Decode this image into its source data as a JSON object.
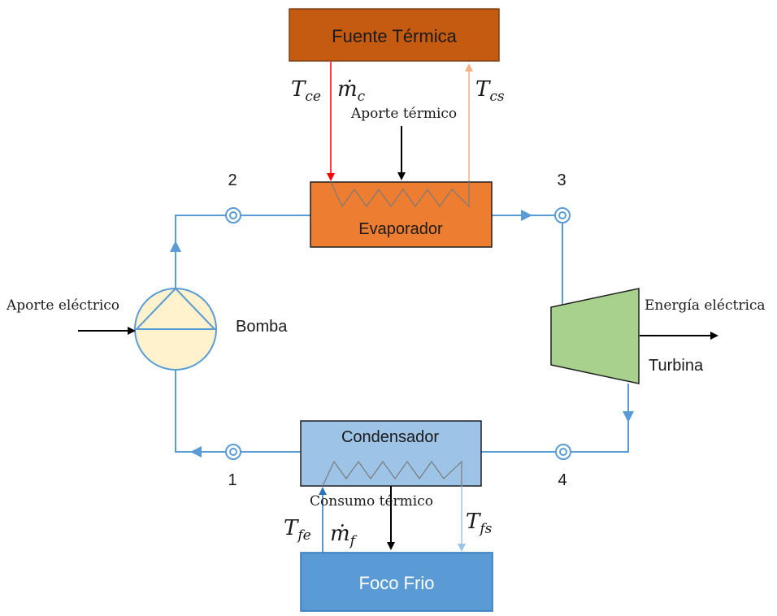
{
  "colors": {
    "pipe": "#5b9bd5",
    "fuente_fill": "#c55a11",
    "fuente_stroke": "#7f3e12",
    "evaporador_fill": "#ed7d31",
    "evaporador_stroke": "#1f1f1f",
    "condensador_fill": "#9dc3e6",
    "condensador_stroke": "#1f1f1f",
    "foco_fill": "#5b9bd5",
    "foco_stroke": "#2e75b6",
    "bomba_fill": "#fff2cc",
    "bomba_stroke": "#5b9bd5",
    "turbina_fill": "#a9d18e",
    "turbina_stroke": "#1f1f1f",
    "hot_in_arrow": "#ff0000",
    "hot_out_arrow": "#f4b183",
    "cold_in_arrow": "#2e75b6",
    "cold_out_arrow": "#9dc3e6",
    "energy_arrow": "#000000"
  },
  "components": {
    "fuente": "Fuente Térmica",
    "evaporador": "Evaporador",
    "condensador": "Condensador",
    "foco": "Foco Frio",
    "bomba": "Bomba",
    "turbina": "Turbina"
  },
  "annotations": {
    "aporte_termico": "Aporte térmico",
    "aporte_electrico": "Aporte eléctrico",
    "energia_electrica": "Energía eléctrica",
    "consumo_termico": "Consumo térmico"
  },
  "variables": {
    "tce_base": "T",
    "tce_sub": "ce",
    "mc_base": "ṁ",
    "mc_sub": "c",
    "tcs_base": "T",
    "tcs_sub": "cs",
    "tfe_base": "T",
    "tfe_sub": "fe",
    "mf_base": "ṁ",
    "mf_sub": "f",
    "tfs_base": "T",
    "tfs_sub": "fs"
  },
  "state_points": [
    "1",
    "2",
    "3",
    "4"
  ],
  "icons": {
    "state_marker": "double-circle-icon",
    "flow_direction": "triangle-arrow-icon"
  }
}
